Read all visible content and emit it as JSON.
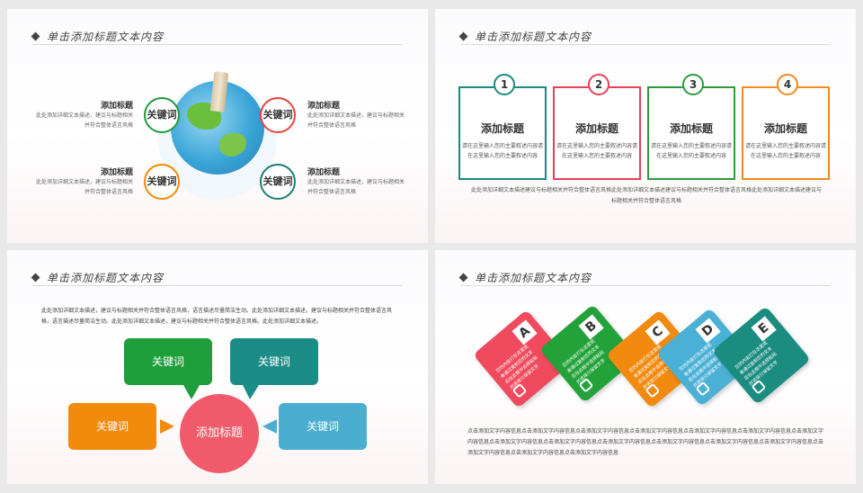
{
  "header": "单击添加标题文本内容",
  "slide1": {
    "keyword": "关键词",
    "blocks": [
      {
        "title": "添加标题",
        "desc": "此处添加详细文本描述，建议与标题相关并符合整体语言风格"
      },
      {
        "title": "添加标题",
        "desc": "此处添加详细文本描述，建议与标题相关并符合整体语言风格"
      },
      {
        "title": "添加标题",
        "desc": "此处添加详细文本描述，建议与标题相关并符合整体语言风格"
      },
      {
        "title": "添加标题",
        "desc": "此处添加详细文本描述，建议与标题相关并符合整体语言风格"
      }
    ],
    "circle_colors": [
      "#1e9b3c",
      "#e8423b",
      "#f28a00",
      "#1a7f73"
    ]
  },
  "slide2": {
    "cards": [
      {
        "num": "1",
        "title": "添加标题",
        "desc": "请在这里输入您的主要叙述内容请在这里输入您的主要叙述内容",
        "color": "#1a8a7c"
      },
      {
        "num": "2",
        "title": "添加标题",
        "desc": "请在这里输入您的主要叙述内容请在这里输入您的主要叙述内容",
        "color": "#e8405a"
      },
      {
        "num": "3",
        "title": "添加标题",
        "desc": "请在这里输入您的主要叙述内容请在这里输入您的主要叙述内容",
        "color": "#2e9a3f"
      },
      {
        "num": "4",
        "title": "添加标题",
        "desc": "请在这里输入您的主要叙述内容请在这里输入您的主要叙述内容",
        "color": "#f08a1c"
      }
    ],
    "desc": "此处添加详细文本描述建议与标题相关并符合整体语言风格此处添加详细文本描述建议与标题相关并符合整体语言风格此处添加详细文本描述建议与标题相关并符合整体语言风格"
  },
  "slide3": {
    "desc": "此处添加详细文本描述，建议与标题相关并符合整体语言风格，语言描述尽量简洁生动。此处添加详细文本描述，建议与标题相关并符合整体语言风格，语言描述尽量简洁生动。此处添加详细文本描述，建议与标题相关并符合整体语言风格。此处添加详细文本描述。",
    "keywords": [
      "关键词",
      "关键词",
      "关键词",
      "关键词"
    ],
    "center": "添加标题",
    "colors": [
      "#1f9e3c",
      "#1b8c86",
      "#f28a0d",
      "#4aaed0",
      "#f05a6a"
    ]
  },
  "slide4": {
    "tiles": [
      {
        "letter": "A",
        "text": "您的内容打在这里或者通过复制您的文本后在此框中选择粘贴并选择只保留文字",
        "color": "#f04a5e"
      },
      {
        "letter": "B",
        "text": "您的内容打在这里或者通过复制您的文本后在此框中选择粘贴并选择只保留文字",
        "color": "#23a23a"
      },
      {
        "letter": "C",
        "text": "您的内容打在这里或者通过复制您的文本后在此框中选择粘贴并选择只保留文字",
        "color": "#f28a10"
      },
      {
        "letter": "D",
        "text": "您的内容打在这里或者通过复制您的文本后在此框中选择粘贴并选择只保留文字",
        "color": "#4bb0d6"
      },
      {
        "letter": "E",
        "text": "您的内容打在这里或者通过复制您的文本后在此框中选择粘贴并选择只保留文字",
        "color": "#1b8c80"
      }
    ],
    "desc": "点击添加文字内容信息点击添加文字内容信息点击添加文字内容信息点击添加文字内容信息点击添加文字内容信息点击添加文字内容信息点击添加文字内容信息点击添加文字内容信息点击添加文字内容信息点击添加文字内容信息点击添加文字内容信息点击添加文字内容信息点击添加文字内容信息点击添加文字内容信息点击添加文字内容信息点击添加文字内容信息"
  }
}
